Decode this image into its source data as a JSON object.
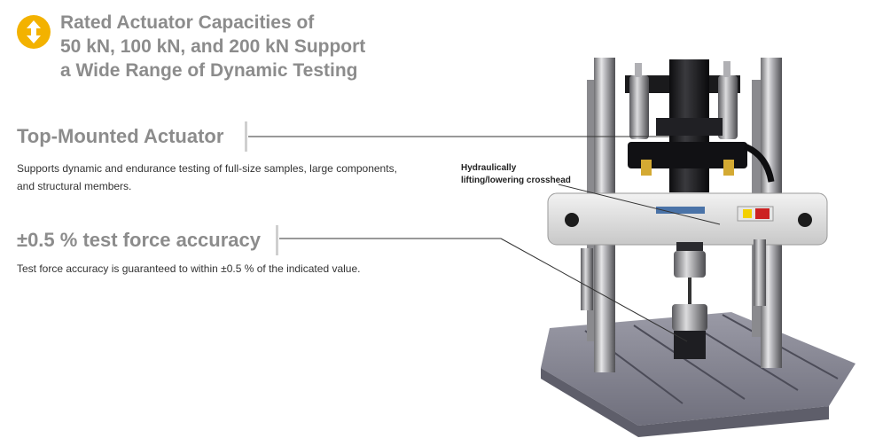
{
  "header": {
    "title_lines": [
      "Rated Actuator Capacities of",
      "50 kN, 100 kN, and 200 kN Support",
      "a Wide Range of Dynamic Testing"
    ],
    "icon": "up-down-arrow-icon",
    "icon_color": "#f3b200"
  },
  "features": [
    {
      "title": "Top-Mounted Actuator",
      "desc_lines": [
        "Supports dynamic and endurance testing of full-size samples, large components,",
        "and structural members."
      ]
    },
    {
      "title": "±0.5 % test force accuracy",
      "desc_lines": [
        "Test force accuracy is guaranteed to within ±0.5 % of the indicated value."
      ]
    }
  ],
  "callout": {
    "lines": [
      "Hydraulically",
      "lifting/lowering crosshead"
    ]
  },
  "colors": {
    "heading": "#8c8c8c",
    "body_text": "#333333",
    "accent": "#f3b200"
  }
}
